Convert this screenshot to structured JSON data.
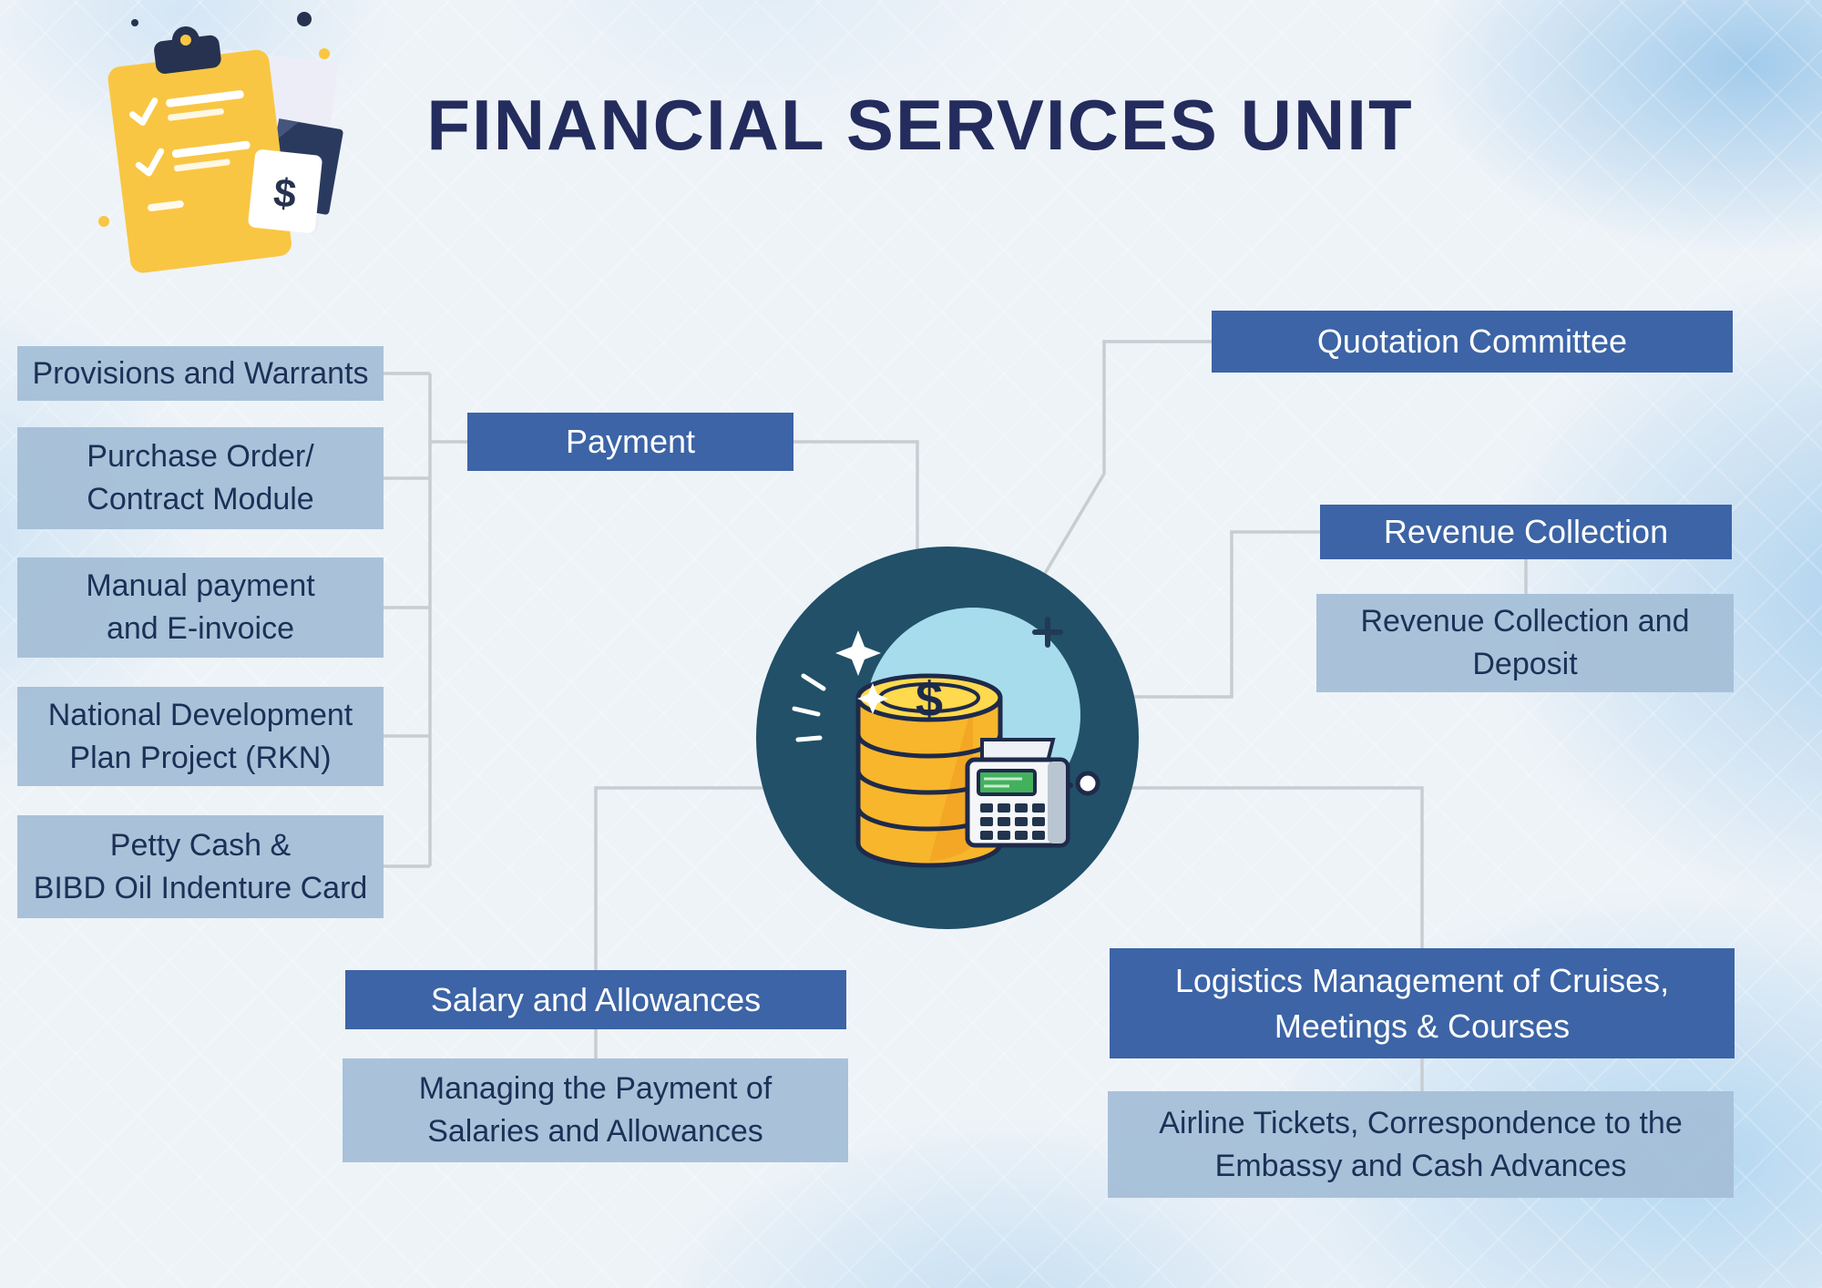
{
  "title": "FINANCIAL SERVICES UNIT",
  "colors": {
    "primary_blue": "#3c64a6",
    "light_blue_box": "#a4bfd7",
    "dark_navy_text": "#1d3057",
    "title_navy": "#232c5c",
    "circle_teal": "#215068",
    "coin_gold": "#f8b62c",
    "connector_gray": "#c9cdd1"
  },
  "icons": {
    "header": "clipboard-checklist-icon",
    "center": "coins-and-calculator-icon"
  },
  "branches": {
    "payment": {
      "label": "Payment",
      "items": [
        {
          "line1": "Provisions and Warrants",
          "line2": ""
        },
        {
          "line1": "Purchase Order/",
          "line2": "Contract Module"
        },
        {
          "line1": "Manual payment",
          "line2": "and E-invoice"
        },
        {
          "line1": "National Development",
          "line2": "Plan Project (RKN)"
        },
        {
          "line1": "Petty Cash &",
          "line2": "BIBD Oil Indenture Card"
        }
      ]
    },
    "quotation": {
      "label": "Quotation Committee"
    },
    "revenue": {
      "label": "Revenue Collection",
      "sub_line1": "Revenue Collection and",
      "sub_line2": "Deposit"
    },
    "logistics": {
      "label_line1": "Logistics Management of Cruises,",
      "label_line2": "Meetings & Courses",
      "sub_line1": "Airline Tickets, Correspondence to the",
      "sub_line2": "Embassy and Cash Advances"
    },
    "salary": {
      "label": "Salary and Allowances",
      "sub_line1": "Managing the Payment of",
      "sub_line2": "Salaries and Allowances"
    }
  }
}
